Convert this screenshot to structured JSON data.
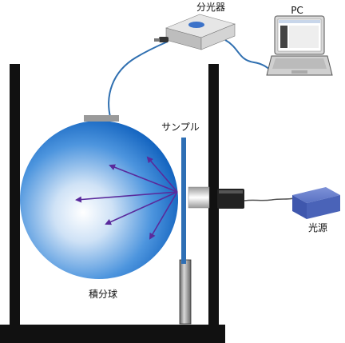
{
  "labels": {
    "spectrometer": "分光器",
    "pc": "PC",
    "sample": "サンプル",
    "light_source": "光源",
    "integrating_sphere": "積分球"
  },
  "colors": {
    "frame": "#111111",
    "sphere_edge": "#1565c0",
    "sphere_center": "#ffffff",
    "arrows": "#5a2a9c",
    "cable": "#2f6fb0",
    "light_source": "#4a63b8",
    "sample_rod": "#2e6fb5"
  },
  "icons": {
    "spectrometer": "spectrometer-device-icon",
    "pc": "laptop-icon",
    "light_source": "light-source-box-icon"
  }
}
